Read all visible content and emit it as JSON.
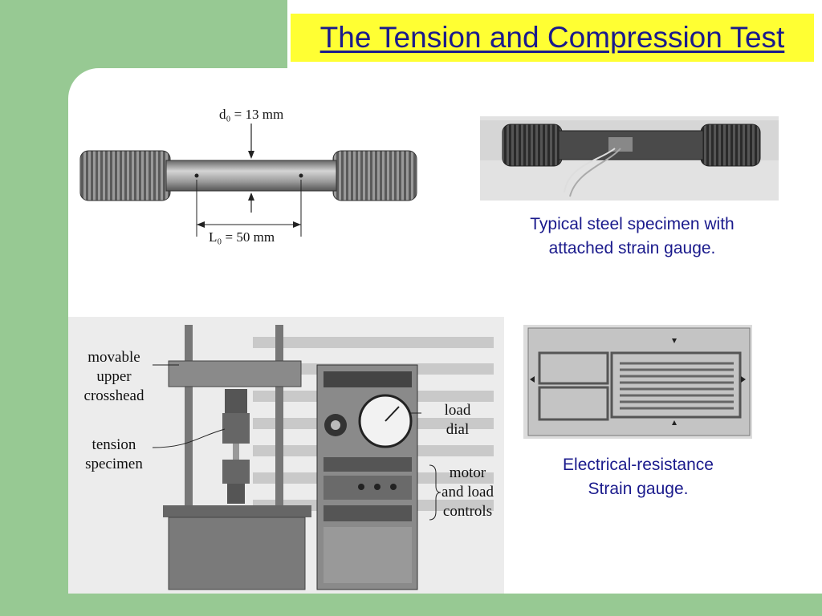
{
  "slide": {
    "title": "The Tension and Compression Test"
  },
  "specimen_drawing": {
    "diameter_label": "d₀ = 13 mm",
    "gauge_length_label": "L₀ = 50 mm"
  },
  "strain_specimen_photo": {
    "caption_lines": [
      "Typical steel specimen with",
      "attached strain gauge."
    ]
  },
  "test_machine_photo": {
    "callouts": {
      "crosshead": [
        "movable",
        "upper",
        "crosshead"
      ],
      "specimen": [
        "tension",
        "specimen"
      ],
      "dial": [
        "load",
        "dial"
      ],
      "controls": [
        "motor",
        "and load",
        "controls"
      ]
    }
  },
  "strain_gauge_photo": {
    "caption_lines": [
      "Electrical-resistance",
      "Strain gauge."
    ]
  }
}
